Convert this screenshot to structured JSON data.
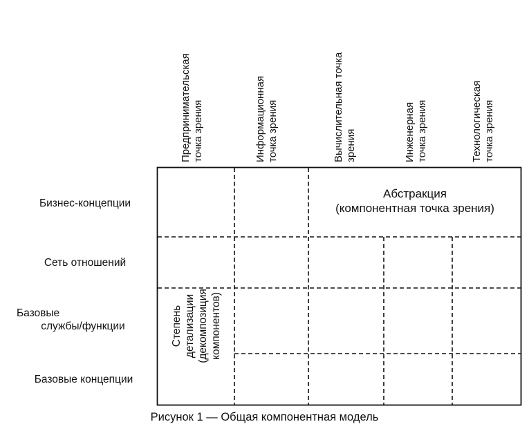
{
  "columns": [
    {
      "lines": [
        "Предпринимательская",
        "точка зрения"
      ]
    },
    {
      "lines": [
        "Информационная",
        "точка зрения"
      ]
    },
    {
      "lines": [
        "Вычислительная точка",
        "зрения"
      ]
    },
    {
      "lines": [
        "Инженерная",
        "точка зрения"
      ]
    },
    {
      "lines": [
        "Технологическая",
        "точка зрения"
      ]
    }
  ],
  "rows": [
    {
      "lines": [
        "Бизнес-концепции"
      ]
    },
    {
      "lines": [
        "Сеть отношений"
      ]
    },
    {
      "lines": [
        "Базовые",
        "службы/функции"
      ]
    },
    {
      "lines": [
        "Базовые концепции"
      ]
    }
  ],
  "abstraction": {
    "line1": "Абстракция",
    "line2": "(компонентная точка зрения)"
  },
  "detail": {
    "lines": [
      "Степень",
      "детализации",
      "(декомпозиция",
      "компонентов)"
    ]
  },
  "caption": "Рисунок 1 — Общая компонентная модель"
}
